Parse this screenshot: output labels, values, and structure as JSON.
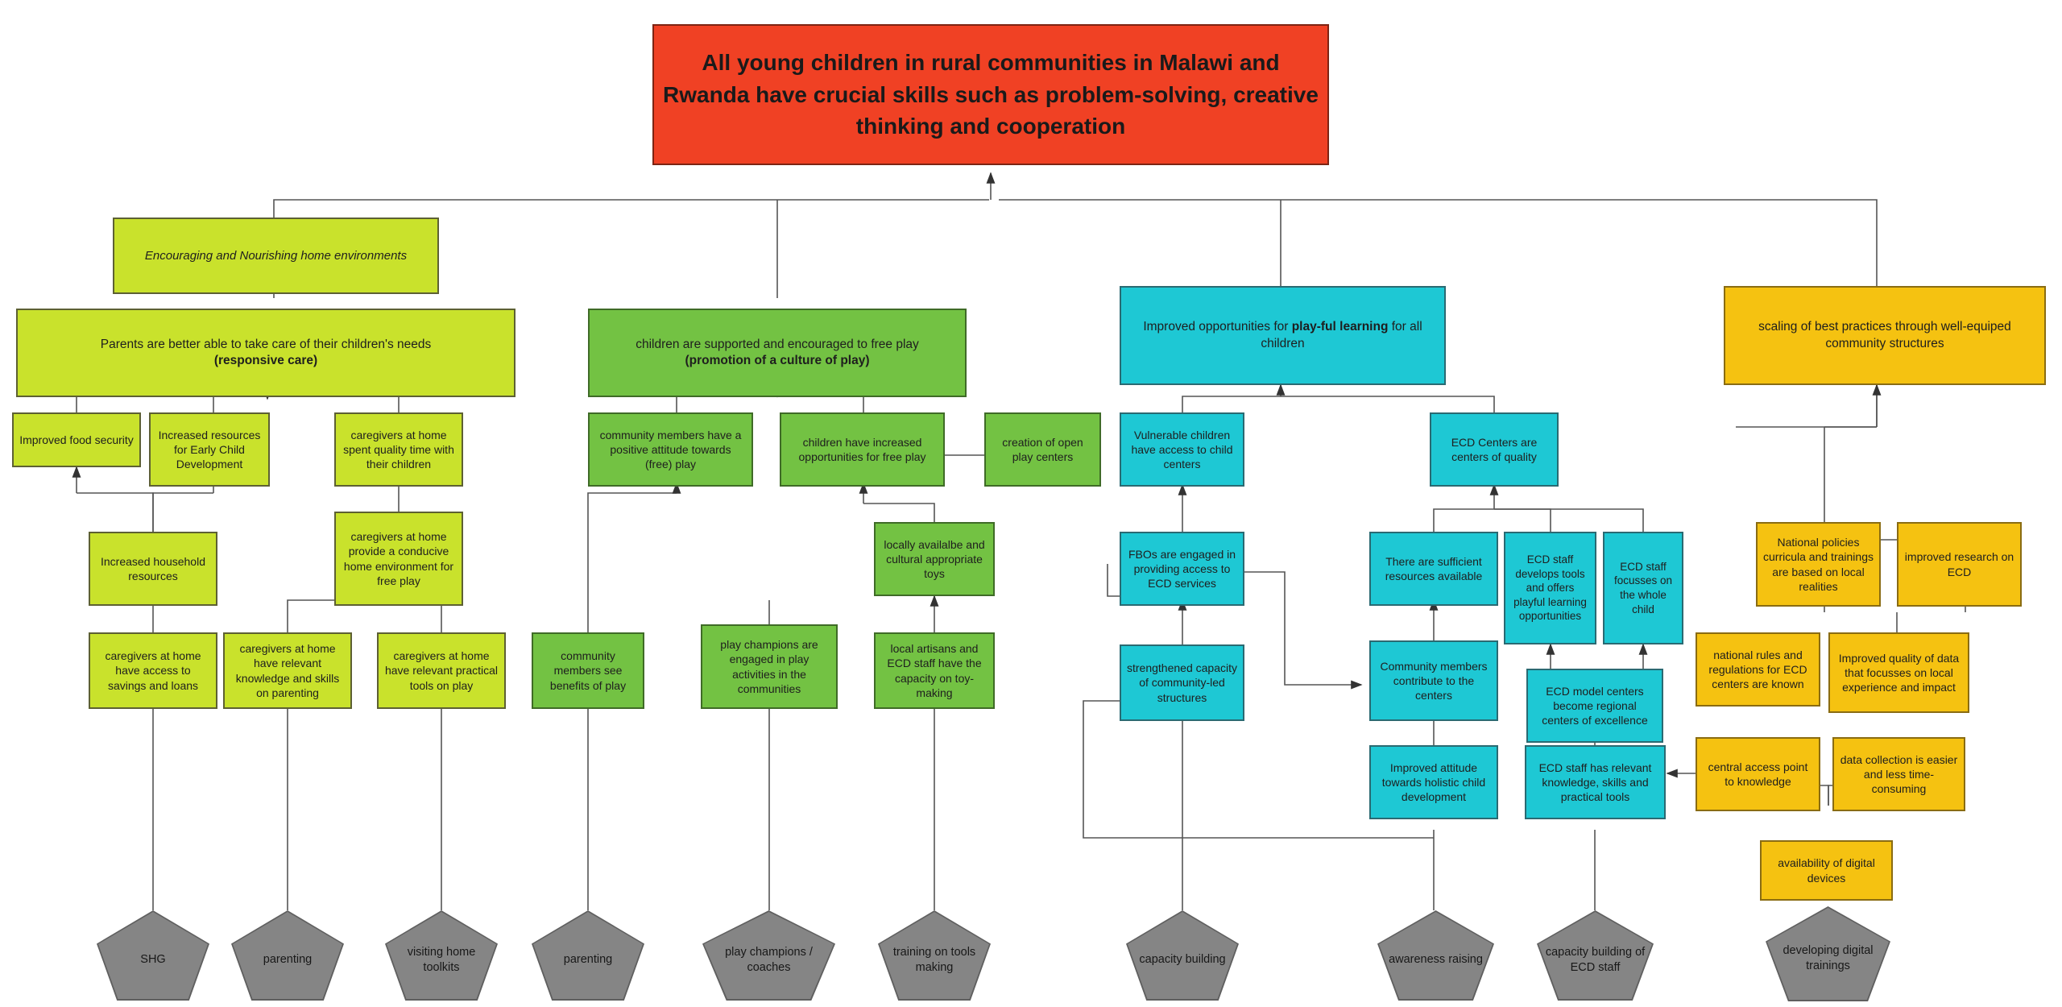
{
  "diagram": {
    "title_goal": "All young children in rural communities in Malawi and Rwanda have crucial skills such as problem-solving, creative thinking and cooperation",
    "assumption": "Encouraging and Nourishing home environments",
    "pillars": [
      {
        "id": "p1",
        "label_plain": "Parents are better able to take care of their children's needs",
        "label_bold": "(responsive care)",
        "color": "#c9e22c"
      },
      {
        "id": "p2",
        "label_plain": "children are supported and encouraged to free play",
        "label_bold": "(promotion of a culture of play)",
        "color": "#73c243"
      },
      {
        "id": "p3",
        "label_pre": "Improved opportunities for ",
        "label_bold": "play-ful learning",
        "label_post": " for all children",
        "color": "#1ec8d4"
      },
      {
        "id": "p4",
        "label_plain": "scaling of best practices through well-equiped community structures",
        "color": "#f5c211"
      }
    ],
    "outcomes_lime": [
      {
        "id": "l1",
        "label": "Improved food security"
      },
      {
        "id": "l2",
        "label": "Increased resources for Early Child Development"
      },
      {
        "id": "l3",
        "label": "caregivers at home spent quality time with their children"
      },
      {
        "id": "l4",
        "label": "Increased household resources"
      },
      {
        "id": "l5",
        "label": "caregivers at home provide a conducive home environment for free play"
      },
      {
        "id": "l6",
        "label": "caregivers at home have access to savings and loans"
      },
      {
        "id": "l7",
        "label": "caregivers at home have relevant knowledge and skills on parenting"
      },
      {
        "id": "l8",
        "label": "caregivers at home have relevant practical tools  on play"
      }
    ],
    "outcomes_green": [
      {
        "id": "g1",
        "label": "community members have a positive attitude towards (free) play"
      },
      {
        "id": "g2",
        "label": "children have increased opportunities for free play"
      },
      {
        "id": "g3",
        "label": "creation of open play centers"
      },
      {
        "id": "g4",
        "label": "locally availalbe and cultural appropriate toys"
      },
      {
        "id": "g5",
        "label": "community members see benefits of play"
      },
      {
        "id": "g6",
        "label": "play champions are engaged in play activities in the communities"
      },
      {
        "id": "g7",
        "label": "local artisans and ECD staff have the capacity on toy-making"
      }
    ],
    "outcomes_cyan": [
      {
        "id": "c1",
        "label": "Vulnerable children have access to child centers"
      },
      {
        "id": "c2",
        "label": "ECD Centers are centers of quality"
      },
      {
        "id": "c3",
        "label": "FBOs are engaged in providing access to ECD services"
      },
      {
        "id": "c4",
        "label": "There are sufficient resources available"
      },
      {
        "id": "c5",
        "label": "ECD staff develops tools and offers playful learning opportunities"
      },
      {
        "id": "c6",
        "label": "ECD staff focusses on the whole child"
      },
      {
        "id": "c7",
        "label": "strengthened capacity of community-led structures"
      },
      {
        "id": "c8",
        "label": "Community members contribute to the centers"
      },
      {
        "id": "c9",
        "label": "ECD model centers become regional centers of excellence"
      },
      {
        "id": "c10",
        "label": "Improved attitude towards holistic child development"
      },
      {
        "id": "c11",
        "label": "ECD staff has relevant knowledge, skills and practical tools"
      }
    ],
    "outcomes_yellow": [
      {
        "id": "y1",
        "label": "National policies curricula and trainings are based on local realities"
      },
      {
        "id": "y2",
        "label": "improved research on ECD"
      },
      {
        "id": "y3",
        "label": "national rules and regulations for ECD centers are known"
      },
      {
        "id": "y4",
        "label": "Improved quality of data that focusses on local experience and impact"
      },
      {
        "id": "y5",
        "label": "central access point to knowledge"
      },
      {
        "id": "y6",
        "label": "data collection is easier and less time-consuming"
      },
      {
        "id": "y7",
        "label": "availability of digital devices"
      }
    ],
    "activities": [
      {
        "id": "a1",
        "label": "SHG"
      },
      {
        "id": "a2",
        "label": "parenting"
      },
      {
        "id": "a3",
        "label": "visiting home toolkits"
      },
      {
        "id": "a4",
        "label": "parenting"
      },
      {
        "id": "a5",
        "label": "play champions / coaches"
      },
      {
        "id": "a6",
        "label": "training on tools making"
      },
      {
        "id": "a7",
        "label": "capacity building"
      },
      {
        "id": "a8",
        "label": "awareness raising"
      },
      {
        "id": "a9",
        "label": "capacity building of ECD staff"
      },
      {
        "id": "a10",
        "label": "developing digital trainings"
      }
    ],
    "colors": {
      "goal": "#f04124",
      "lime": "#c9e22c",
      "green": "#73c243",
      "cyan": "#1ec8d4",
      "yellow": "#f5c211",
      "activity": "#858585",
      "connector": "#444444"
    }
  }
}
